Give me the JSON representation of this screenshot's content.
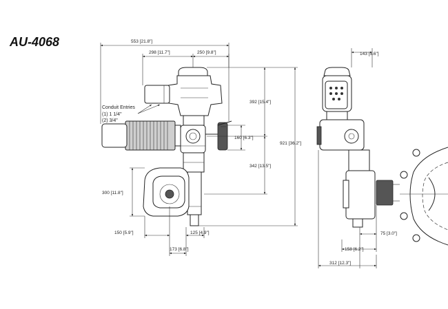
{
  "title": "AU-4068",
  "conduit": {
    "heading": "Conduit Entries",
    "line1": "(1) 1 1/4\"",
    "line2": "(2) 3/4\""
  },
  "dimensions": {
    "overall_width": "553 [21.8\"]",
    "upper_left": "298 [11.7\"]",
    "upper_right": "250 [9.8\"]",
    "top_height": "392 [15.4\"]",
    "overall_height": "921 [36.2\"]",
    "handwheel_offset": "160 [6.3\"]",
    "lower_height": "342 [13.5\"]",
    "motor_height": "300 [11.8\"]",
    "bottom_left": "150 [5.9\"]",
    "bottom_mid": "125 [4.9\"]",
    "bottom_total": "173 [6.8\"]",
    "side_top": "143 [5.6\"]",
    "side_right": "75 [3.0\"]",
    "side_mid": "158 [6.2\"]",
    "side_total": "312 [12.3\"]"
  }
}
